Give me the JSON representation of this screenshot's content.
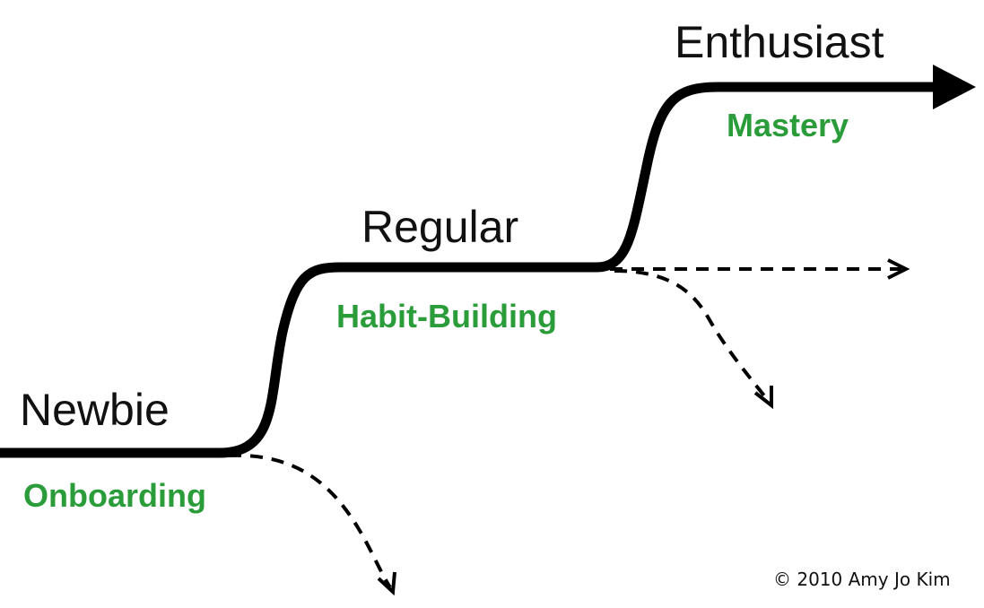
{
  "stages": {
    "newbie": "Newbie",
    "regular": "Regular",
    "enthusiast": "Enthusiast"
  },
  "phases": {
    "onboarding": "Onboarding",
    "habit_building": "Habit-Building",
    "mastery": "Mastery"
  },
  "copyright": "© 2010 Amy Jo Kim",
  "colors": {
    "stage_text": "#111111",
    "phase_text": "#2a9d3a",
    "main_path": "#000000",
    "dropoff_path": "#000000"
  }
}
